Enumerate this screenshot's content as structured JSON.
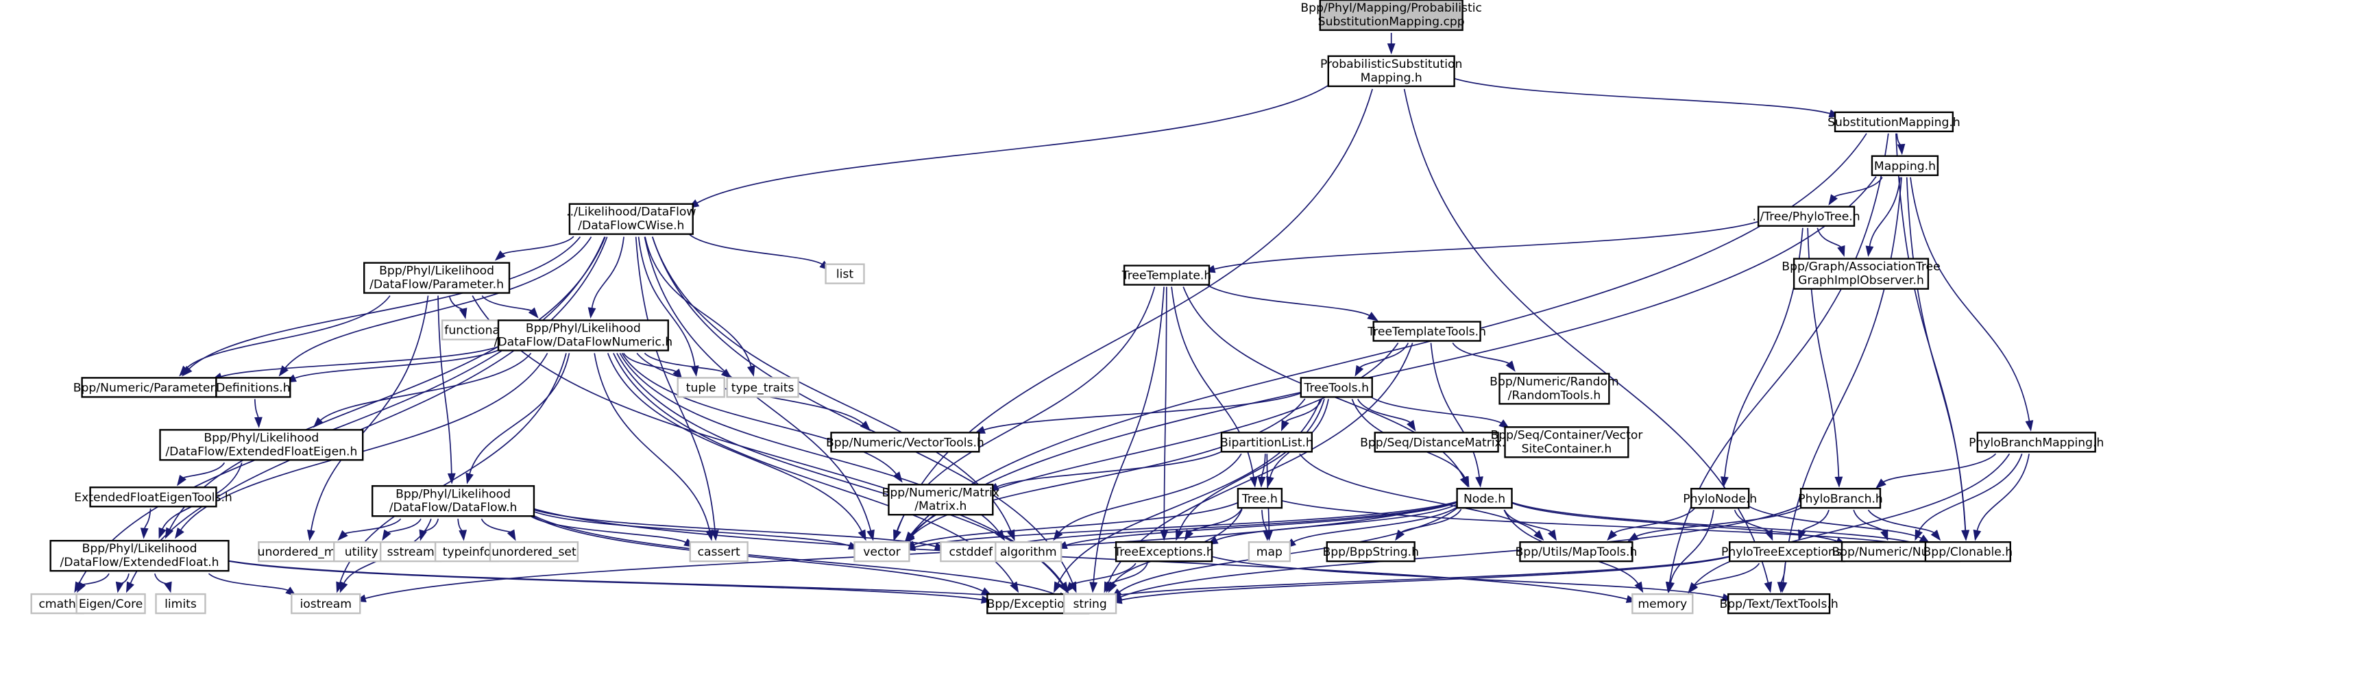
{
  "title": "Include dependency graph for ProbabilisticSubstitutionMapping.cpp",
  "colors": {
    "edge": "#191970",
    "root_fill": "#bfbfbf",
    "project_border": "#000000",
    "system_border": "#bfbfbf"
  },
  "nodes": [
    {
      "id": "root",
      "kind": "root",
      "lines": [
        "Bpp/Phyl/Mapping/Probabilistic",
        "SubstitutionMapping.cpp"
      ]
    },
    {
      "id": "psm",
      "kind": "proj",
      "lines": [
        "ProbabilisticSubstitution",
        "Mapping.h"
      ]
    },
    {
      "id": "sm",
      "kind": "proj",
      "lines": [
        "SubstitutionMapping.h"
      ]
    },
    {
      "id": "mapping",
      "kind": "proj",
      "lines": [
        "Mapping.h"
      ]
    },
    {
      "id": "phylotree",
      "kind": "proj",
      "lines": [
        "../Tree/PhyloTree.h"
      ]
    },
    {
      "id": "assoc",
      "kind": "proj",
      "lines": [
        "Bpp/Graph/AssociationTree",
        "GraphImplObserver.h"
      ]
    },
    {
      "id": "dfcwise",
      "kind": "proj",
      "lines": [
        "../Likelihood/DataFlow",
        "/DataFlowCWise.h"
      ]
    },
    {
      "id": "list",
      "kind": "sys",
      "lines": [
        "list"
      ]
    },
    {
      "id": "param",
      "kind": "proj",
      "lines": [
        "Bpp/Phyl/Likelihood",
        "/DataFlow/Parameter.h"
      ]
    },
    {
      "id": "functional",
      "kind": "sys",
      "lines": [
        "functional"
      ]
    },
    {
      "id": "dfnum",
      "kind": "proj",
      "lines": [
        "Bpp/Phyl/Likelihood",
        "/DataFlow/DataFlowNumeric.h"
      ]
    },
    {
      "id": "numparam",
      "kind": "proj",
      "lines": [
        "Bpp/Numeric/Parameter.h"
      ]
    },
    {
      "id": "defs",
      "kind": "proj",
      "lines": [
        "Definitions.h"
      ]
    },
    {
      "id": "tuple",
      "kind": "sys",
      "lines": [
        "tuple"
      ]
    },
    {
      "id": "typetraits",
      "kind": "sys",
      "lines": [
        "type_traits"
      ]
    },
    {
      "id": "efeigen",
      "kind": "proj",
      "lines": [
        "Bpp/Phyl/Likelihood",
        "/DataFlow/ExtendedFloatEigen.h"
      ]
    },
    {
      "id": "efeigentools",
      "kind": "proj",
      "lines": [
        "ExtendedFloatEigenTools.h"
      ]
    },
    {
      "id": "ef",
      "kind": "proj",
      "lines": [
        "Bpp/Phyl/Likelihood",
        "/DataFlow/ExtendedFloat.h"
      ]
    },
    {
      "id": "dataflow",
      "kind": "proj",
      "lines": [
        "Bpp/Phyl/Likelihood",
        "/DataFlow/DataFlow.h"
      ]
    },
    {
      "id": "cmath",
      "kind": "sys",
      "lines": [
        "cmath"
      ]
    },
    {
      "id": "eigencore",
      "kind": "sys",
      "lines": [
        "Eigen/Core"
      ]
    },
    {
      "id": "limits",
      "kind": "sys",
      "lines": [
        "limits"
      ]
    },
    {
      "id": "iostream",
      "kind": "sys",
      "lines": [
        "iostream"
      ]
    },
    {
      "id": "unordered_map",
      "kind": "sys",
      "lines": [
        "unordered_map"
      ]
    },
    {
      "id": "utility",
      "kind": "sys",
      "lines": [
        "utility"
      ]
    },
    {
      "id": "sstream",
      "kind": "sys",
      "lines": [
        "sstream"
      ]
    },
    {
      "id": "typeinfo",
      "kind": "sys",
      "lines": [
        "typeinfo"
      ]
    },
    {
      "id": "unordered_set",
      "kind": "sys",
      "lines": [
        "unordered_set"
      ]
    },
    {
      "id": "cassert",
      "kind": "sys",
      "lines": [
        "cassert"
      ]
    },
    {
      "id": "vector",
      "kind": "sys",
      "lines": [
        "vector"
      ]
    },
    {
      "id": "cstddef",
      "kind": "sys",
      "lines": [
        "cstddef"
      ]
    },
    {
      "id": "algorithm",
      "kind": "sys",
      "lines": [
        "algorithm"
      ]
    },
    {
      "id": "exceptions",
      "kind": "proj",
      "lines": [
        "Bpp/Exceptions.h"
      ]
    },
    {
      "id": "string",
      "kind": "sys",
      "lines": [
        "string"
      ]
    },
    {
      "id": "vectortools",
      "kind": "proj",
      "lines": [
        "Bpp/Numeric/VectorTools.h"
      ]
    },
    {
      "id": "matrix",
      "kind": "proj",
      "lines": [
        "Bpp/Numeric/Matrix",
        "/Matrix.h"
      ]
    },
    {
      "id": "treetemplate",
      "kind": "proj",
      "lines": [
        "TreeTemplate.h"
      ]
    },
    {
      "id": "treetemplatetools",
      "kind": "proj",
      "lines": [
        "TreeTemplateTools.h"
      ]
    },
    {
      "id": "randomtools",
      "kind": "proj",
      "lines": [
        "Bpp/Numeric/Random",
        "/RandomTools.h"
      ]
    },
    {
      "id": "treetools",
      "kind": "proj",
      "lines": [
        "TreeTools.h"
      ]
    },
    {
      "id": "bipartition",
      "kind": "proj",
      "lines": [
        "BipartitionList.h"
      ]
    },
    {
      "id": "distmatrix",
      "kind": "proj",
      "lines": [
        "Bpp/Seq/DistanceMatrix.h"
      ]
    },
    {
      "id": "vsc",
      "kind": "proj",
      "lines": [
        "Bpp/Seq/Container/Vector",
        "SiteContainer.h"
      ]
    },
    {
      "id": "tree",
      "kind": "proj",
      "lines": [
        "Tree.h"
      ]
    },
    {
      "id": "node",
      "kind": "proj",
      "lines": [
        "Node.h"
      ]
    },
    {
      "id": "treeexc",
      "kind": "proj",
      "lines": [
        "TreeExceptions.h"
      ]
    },
    {
      "id": "map",
      "kind": "sys",
      "lines": [
        "map"
      ]
    },
    {
      "id": "bppstring",
      "kind": "proj",
      "lines": [
        "Bpp/BppString.h"
      ]
    },
    {
      "id": "maptools",
      "kind": "proj",
      "lines": [
        "Bpp/Utils/MapTools.h"
      ]
    },
    {
      "id": "pbm",
      "kind": "proj",
      "lines": [
        "PhyloBranchMapping.h"
      ]
    },
    {
      "id": "phylonode",
      "kind": "proj",
      "lines": [
        "PhyloNode.h"
      ]
    },
    {
      "id": "phylobranch",
      "kind": "proj",
      "lines": [
        "PhyloBranch.h"
      ]
    },
    {
      "id": "phylotreeexc",
      "kind": "proj",
      "lines": [
        "PhyloTreeExceptions.h"
      ]
    },
    {
      "id": "number",
      "kind": "proj",
      "lines": [
        "Bpp/Numeric/Number.h"
      ]
    },
    {
      "id": "clonable",
      "kind": "proj",
      "lines": [
        "Bpp/Clonable.h"
      ]
    },
    {
      "id": "memory",
      "kind": "sys",
      "lines": [
        "memory"
      ]
    },
    {
      "id": "texttools",
      "kind": "proj",
      "lines": [
        "Bpp/Text/TextTools.h"
      ]
    }
  ],
  "edges": [
    [
      "root",
      "psm"
    ],
    [
      "psm",
      "dfcwise"
    ],
    [
      "psm",
      "sm"
    ],
    [
      "psm",
      "vector"
    ],
    [
      "psm",
      "texttools"
    ],
    [
      "sm",
      "mapping"
    ],
    [
      "sm",
      "vector"
    ],
    [
      "sm",
      "clonable"
    ],
    [
      "sm",
      "memory"
    ],
    [
      "mapping",
      "phylotree"
    ],
    [
      "mapping",
      "assoc"
    ],
    [
      "mapping",
      "pbm"
    ],
    [
      "mapping",
      "clonable"
    ],
    [
      "mapping",
      "vector"
    ],
    [
      "mapping",
      "texttools"
    ],
    [
      "phylotree",
      "treetemplate"
    ],
    [
      "phylotree",
      "assoc"
    ],
    [
      "phylotree",
      "phylonode"
    ],
    [
      "phylotree",
      "phylobranch"
    ],
    [
      "dfcwise",
      "param"
    ],
    [
      "dfcwise",
      "dfnum"
    ],
    [
      "dfcwise",
      "defs"
    ],
    [
      "dfcwise",
      "list"
    ],
    [
      "dfcwise",
      "numparam"
    ],
    [
      "dfcwise",
      "tuple"
    ],
    [
      "dfcwise",
      "typetraits"
    ],
    [
      "dfcwise",
      "ef"
    ],
    [
      "dfcwise",
      "cmath"
    ],
    [
      "dfcwise",
      "eigencore"
    ],
    [
      "dfcwise",
      "algorithm"
    ],
    [
      "dfcwise",
      "cassert"
    ],
    [
      "dfcwise",
      "string"
    ],
    [
      "dfcwise",
      "vector"
    ],
    [
      "param",
      "functional"
    ],
    [
      "param",
      "dfnum"
    ],
    [
      "param",
      "numparam"
    ],
    [
      "param",
      "dataflow"
    ],
    [
      "param",
      "unordered_map"
    ],
    [
      "param",
      "string"
    ],
    [
      "dfnum",
      "numparam"
    ],
    [
      "dfnum",
      "defs"
    ],
    [
      "dfnum",
      "tuple"
    ],
    [
      "dfnum",
      "typetraits"
    ],
    [
      "dfnum",
      "efeigen"
    ],
    [
      "dfnum",
      "ef"
    ],
    [
      "dfnum",
      "dataflow"
    ],
    [
      "dfnum",
      "vectortools"
    ],
    [
      "dfnum",
      "matrix"
    ],
    [
      "dfnum",
      "algorithm"
    ],
    [
      "dfnum",
      "cassert"
    ],
    [
      "dfnum",
      "string"
    ],
    [
      "dfnum",
      "vector"
    ],
    [
      "dfnum",
      "exceptions"
    ],
    [
      "dfnum",
      "iostream"
    ],
    [
      "defs",
      "efeigen"
    ],
    [
      "efeigen",
      "efeigentools"
    ],
    [
      "efeigen",
      "ef"
    ],
    [
      "efeigentools",
      "ef"
    ],
    [
      "ef",
      "cmath"
    ],
    [
      "ef",
      "eigencore"
    ],
    [
      "ef",
      "limits"
    ],
    [
      "ef",
      "iostream"
    ],
    [
      "ef",
      "string"
    ],
    [
      "ef",
      "exceptions"
    ],
    [
      "dataflow",
      "unordered_map"
    ],
    [
      "dataflow",
      "utility"
    ],
    [
      "dataflow",
      "sstream"
    ],
    [
      "dataflow",
      "typeinfo"
    ],
    [
      "dataflow",
      "unordered_set"
    ],
    [
      "dataflow",
      "cassert"
    ],
    [
      "dataflow",
      "vector"
    ],
    [
      "dataflow",
      "cstddef"
    ],
    [
      "dataflow",
      "exceptions"
    ],
    [
      "dataflow",
      "string"
    ],
    [
      "dataflow",
      "iostream"
    ],
    [
      "dataflow",
      "memory"
    ],
    [
      "treetemplate",
      "treetemplatetools"
    ],
    [
      "treetemplate",
      "tree"
    ],
    [
      "treetemplate",
      "treeexc"
    ],
    [
      "treetemplate",
      "node"
    ],
    [
      "treetemplate",
      "vector"
    ],
    [
      "treetemplate",
      "string"
    ],
    [
      "treetemplatetools",
      "treetools"
    ],
    [
      "treetemplatetools",
      "randomtools"
    ],
    [
      "treetemplatetools",
      "node"
    ],
    [
      "treetemplatetools",
      "vector"
    ],
    [
      "treetemplatetools",
      "string"
    ],
    [
      "treetools",
      "bipartition"
    ],
    [
      "treetools",
      "distmatrix"
    ],
    [
      "treetools",
      "vsc"
    ],
    [
      "treetools",
      "tree"
    ],
    [
      "treetools",
      "node"
    ],
    [
      "treetools",
      "vectortools"
    ],
    [
      "treetools",
      "treeexc"
    ],
    [
      "treetools",
      "exceptions"
    ],
    [
      "treetools",
      "vector"
    ],
    [
      "bipartition",
      "tree"
    ],
    [
      "bipartition",
      "matrix"
    ],
    [
      "bipartition",
      "maptools"
    ],
    [
      "bipartition",
      "map"
    ],
    [
      "bipartition",
      "algorithm"
    ],
    [
      "tree",
      "treeexc"
    ],
    [
      "tree",
      "clonable"
    ],
    [
      "tree",
      "map"
    ],
    [
      "tree",
      "vector"
    ],
    [
      "tree",
      "string"
    ],
    [
      "node",
      "treeexc"
    ],
    [
      "node",
      "bppstring"
    ],
    [
      "node",
      "maptools"
    ],
    [
      "node",
      "number"
    ],
    [
      "node",
      "clonable"
    ],
    [
      "node",
      "map"
    ],
    [
      "node",
      "vector"
    ],
    [
      "node",
      "cstddef"
    ],
    [
      "node",
      "algorithm"
    ],
    [
      "node",
      "iostream"
    ],
    [
      "node",
      "string"
    ],
    [
      "node",
      "memory"
    ],
    [
      "treeexc",
      "exceptions"
    ],
    [
      "treeexc",
      "string"
    ],
    [
      "treeexc",
      "texttools"
    ],
    [
      "pbm",
      "phylobranch"
    ],
    [
      "pbm",
      "number"
    ],
    [
      "pbm",
      "clonable"
    ],
    [
      "pbm",
      "memory"
    ],
    [
      "phylonode",
      "phylotreeexc"
    ],
    [
      "phylonode",
      "maptools"
    ],
    [
      "phylonode",
      "clonable"
    ],
    [
      "phylonode",
      "memory"
    ],
    [
      "phylobranch",
      "phylotreeexc"
    ],
    [
      "phylobranch",
      "maptools"
    ],
    [
      "phylobranch",
      "number"
    ],
    [
      "phylobranch",
      "clonable"
    ],
    [
      "phylobranch",
      "string"
    ],
    [
      "phylotreeexc",
      "exceptions"
    ],
    [
      "phylotreeexc",
      "texttools"
    ],
    [
      "phylotreeexc",
      "memory"
    ],
    [
      "phylotreeexc",
      "string"
    ]
  ]
}
